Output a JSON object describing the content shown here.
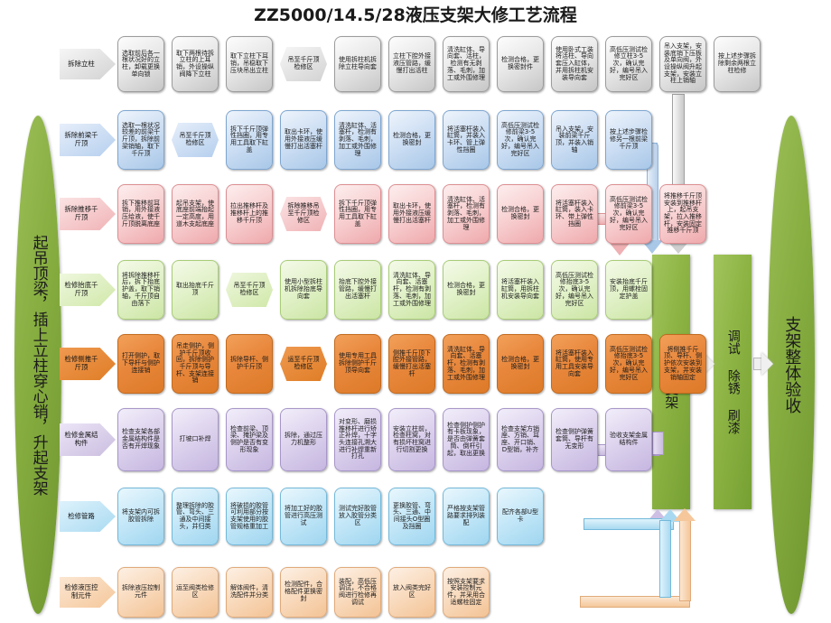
{
  "title": "ZZ5000/14.5/28液压支架大修工艺流程",
  "left_stage": {
    "label": "起吊顶梁，插上立柱穿心销，升起支架"
  },
  "right_stages": [
    {
      "name": "good-frame",
      "label": "完好支架"
    },
    {
      "name": "debug-derust-paint",
      "label": "调试 除锈 刷漆"
    },
    {
      "name": "overall-acceptance",
      "label": "支架整体验收"
    }
  ],
  "rows": [
    {
      "name": "row-column-removal",
      "color": "gray",
      "start": "拆除立柱",
      "steps": [
        {
          "text": "选取前后各一根状况好的立柱，卸载更换单向锁",
          "shape": "box"
        },
        {
          "text": "取下两根待拆立柱的上耳销，外设操纵阀降下立柱",
          "shape": "box"
        },
        {
          "text": "取下立柱下耳销，吊稳取下压块吊出立柱",
          "shape": "box"
        },
        {
          "text": "吊至千斤顶检修区",
          "shape": "hex"
        },
        {
          "text": "使用拆柱机拆除立柱导向套",
          "shape": "box"
        },
        {
          "text": "立柱下腔外接液压管路，缓慢打出活柱",
          "shape": "box"
        },
        {
          "text": "清洗缸体、导向套、活柱，检测有无剥落、毛刺，加工或外围修理",
          "shape": "box"
        },
        {
          "text": "检测合格，更换密封件",
          "shape": "box"
        },
        {
          "text": "使用卧式工装将活柱、导向套压入缸体，并用拆柱机安装导向套",
          "shape": "box"
        },
        {
          "text": "高低压测试检修立柱3-5次，确认完好，编号吊入完好区",
          "shape": "box"
        },
        {
          "text": "吊入支架，安装底销下压板及单向阀，外设操纵阀升起支架，安装立柱上销轴",
          "shape": "box"
        },
        {
          "text": "按上述步骤拆除剩余两根立柱检修",
          "shape": "box"
        }
      ]
    },
    {
      "name": "row-front-beam-jack",
      "color": "blue",
      "start": "拆除前梁千斤顶",
      "steps": [
        {
          "text": "选取一根状况较差的前梁千斤顶，拆除前梁销轴，取下千斤顶",
          "shape": "box"
        },
        {
          "text": "吊至千斤顶检修区",
          "shape": "hex"
        },
        {
          "text": "拆下千斤顶弹性挡圈，用专用工具取下缸盖",
          "shape": "box"
        },
        {
          "text": "取出卡环，使用外接液压缓慢打出活塞杆",
          "shape": "box"
        },
        {
          "text": "清洗缸体、活塞杆，检测有剥落、毛刺，加工或外围修理",
          "shape": "box"
        },
        {
          "text": "检测合格，更换密封",
          "shape": "box"
        },
        {
          "text": "将活塞杆装入缸筒，并装入卡环、管上弹性挡圈",
          "shape": "box"
        },
        {
          "text": "高低压测试检修前梁3-5次，确认完好，编号吊入完好区",
          "shape": "box"
        },
        {
          "text": "吊入支架，安装前梁千斤顶，并装入销轴",
          "shape": "box"
        },
        {
          "text": "按上述步骤检修另一根前梁千斤顶",
          "shape": "box"
        }
      ]
    },
    {
      "name": "row-pusher-jack",
      "color": "red",
      "start": "拆除推移千斤顶",
      "steps": [
        {
          "text": "拆下推移前耳销，用外接液压给液，使千斤顶脱离底座",
          "shape": "box"
        },
        {
          "text": "起吊支架，使底座前端抬起一定高度，用道木支起底座",
          "shape": "box"
        },
        {
          "text": "拉出推移杆及推移杆上的推移千斤顶",
          "shape": "box"
        },
        {
          "text": "拆除推移吊至千斤顶检修区",
          "shape": "hex"
        },
        {
          "text": "拆下千斤顶弹性挡圈，用专用工具取下缸盖",
          "shape": "box"
        },
        {
          "text": "取出卡环，使用外接液压缓慢打出活塞杆",
          "shape": "box"
        },
        {
          "text": "清洗缸体、活塞杆，检测有剥落、毛刺，加工或外围修理",
          "shape": "box"
        },
        {
          "text": "检测合格，更换密封",
          "shape": "box"
        },
        {
          "text": "将活塞杆装入缸筒，装入卡环、带上弹性挡圈",
          "shape": "box"
        },
        {
          "text": "高低压测试检修前梁3-5次，确认完好，编号吊入完好区",
          "shape": "box"
        },
        {
          "text": "将推移千斤顶安装到推移杆上，起吊支架，拉入推移杆，安装固定推移千斤顶",
          "shape": "box"
        }
      ]
    },
    {
      "name": "row-base-lift-jack",
      "color": "green",
      "start": "检修抬底千斤顶",
      "steps": [
        {
          "text": "将拆除推移杆后，拆下抬底护盖，取下销轴，千斤顶自由落下",
          "shape": "box"
        },
        {
          "text": "取出抬底千斤顶",
          "shape": "box"
        },
        {
          "text": "吊至千斤顶检修区",
          "shape": "hex"
        },
        {
          "text": "使用小型拆柱机拆除抬底导向套",
          "shape": "box"
        },
        {
          "text": "抬底下腔外接管路，缓慢打出活塞杆",
          "shape": "box"
        },
        {
          "text": "清洗缸体、导向套、活塞杆，检测有剥落、毛刺，加工或外围修理",
          "shape": "box"
        },
        {
          "text": "检测合格，更换密封",
          "shape": "box"
        },
        {
          "text": "将活塞杆装入缸筒，用拆柱机安装导向套",
          "shape": "box"
        },
        {
          "text": "高低压测试检修抬底3-5次，确认完好，编号吊入完好区",
          "shape": "box"
        },
        {
          "text": "安装抬底千斤顶，用螺栓固定护盖",
          "shape": "box"
        }
      ]
    },
    {
      "name": "row-side-push-jack",
      "color": "orange",
      "start": "检修侧推千斤顶",
      "steps": [
        {
          "text": "打开侧护，取下导杆与侧护连接销",
          "shape": "box"
        },
        {
          "text": "吊走侧护，侧护千斤顶收回，拆除侧护千斤顶与导杆、支架连接销",
          "shape": "box"
        },
        {
          "text": "拆除导杆、侧护千斤顶",
          "shape": "box"
        },
        {
          "text": "运至千斤顶检修区",
          "shape": "hex"
        },
        {
          "text": "使用专用工具拆除侧护千斤顶导向套",
          "shape": "box"
        },
        {
          "text": "侧推千斤顶下腔外接管路，缓慢打出活塞杆",
          "shape": "box"
        },
        {
          "text": "清洗缸体、导向套、活塞杆，检测有剥落、毛刺，加工或外围修理",
          "shape": "box"
        },
        {
          "text": "检测合格，更换密封",
          "shape": "box"
        },
        {
          "text": "将活塞杆装入缸筒，使用专用工具安装导向套",
          "shape": "box"
        },
        {
          "text": "高低压测试检修抬底3-5次，确认完好，编号吊入完好区",
          "shape": "box"
        },
        {
          "text": "将侧推千斤顶、导杆、侧护依次安装到支架，并安装销轴固定",
          "shape": "box"
        }
      ]
    },
    {
      "name": "row-metal-structure",
      "color": "purple",
      "start": "检修金属结构件",
      "steps": [
        {
          "text": "检查支架各部金属结构件是否有开焊现象",
          "shape": "box"
        },
        {
          "text": "打坡口补焊",
          "shape": "box"
        },
        {
          "text": "检查前梁、顶梁、掩护梁及侧护是否有变形现象",
          "shape": "box"
        },
        {
          "text": "拆除，通过压力机整形",
          "shape": "box"
        },
        {
          "text": "对变形、磨损推移杆进行矫正补焊，十字头连接孔溯大进行补焊重新打孔",
          "shape": "box"
        },
        {
          "text": "安装立柱前，检查柱窝，对有损坏柱窝进行切割更换",
          "shape": "box"
        },
        {
          "text": "检查侧护侧护有卡板现象，是否由弹簧套筒、倒杆引起，取出更换",
          "shape": "box"
        },
        {
          "text": "检查支架方销座、方销、耳座、开口销、D型销，补齐",
          "shape": "box"
        },
        {
          "text": "检查侧护弹簧套筒、导杆有无变形",
          "shape": "box"
        },
        {
          "text": "验收支架金属结构件",
          "shape": "box"
        }
      ]
    },
    {
      "name": "row-pipeline",
      "color": "cyan",
      "start": "检修管路",
      "steps": [
        {
          "text": "将支架内可拆胶管拆除",
          "shape": "box"
        },
        {
          "text": "整理拆除的胶管、弯头、三通及中间接头，并归类",
          "shape": "box"
        },
        {
          "text": "将破损的胶管可利用部分按支架使用的胶管规格重加工",
          "shape": "box"
        },
        {
          "text": "将加工好的胶管进行高压测试",
          "shape": "box"
        },
        {
          "text": "测试完好胶管放入胶管分类区",
          "shape": "box"
        },
        {
          "text": "更换胶管、弯头、三通、中间接头O型圈及挡圈",
          "shape": "box"
        },
        {
          "text": "严格按支架管路要求排列装配",
          "shape": "box"
        },
        {
          "text": "配齐各部U型卡",
          "shape": "box"
        }
      ]
    },
    {
      "name": "row-hydraulic-control",
      "color": "peach",
      "start": "检修液压控制元件",
      "steps": [
        {
          "text": "拆除液压控制元件",
          "shape": "box"
        },
        {
          "text": "运至阀类检修区",
          "shape": "box"
        },
        {
          "text": "解体阀件，清洗配件并分类",
          "shape": "box"
        },
        {
          "text": "检测配件，合格配件更换密封",
          "shape": "box"
        },
        {
          "text": "装配，高低压调试，不合格阀进行检修再调试",
          "shape": "box"
        },
        {
          "text": "放入阀类完好区",
          "shape": "box"
        },
        {
          "text": "按照支架要求安装控制元件，并采用合适螺栓固定",
          "shape": "box"
        }
      ]
    }
  ],
  "colors": {
    "gray": "#d2d2d2",
    "blue": "#b5cfee",
    "red": "#f0b2b5",
    "green": "#d0e8a9",
    "orange": "#e8873c",
    "purple": "#cabddf",
    "cyan": "#a9daf1",
    "peach": "#f5c79a",
    "stage_green": "#8cb343"
  }
}
